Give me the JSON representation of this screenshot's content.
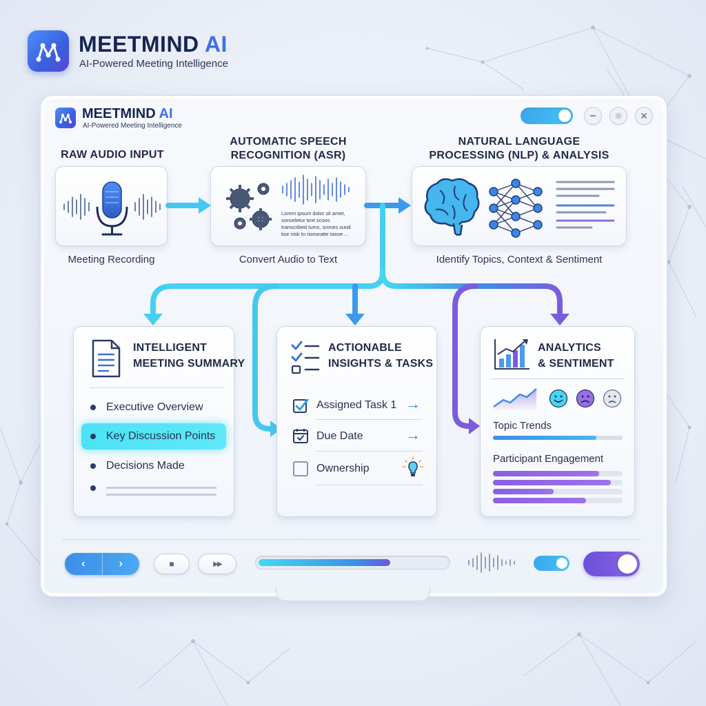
{
  "brand": {
    "name": "MEETMIND",
    "name_accent": "AI",
    "tagline": "AI-Powered Meeting Intelligence"
  },
  "window": {
    "name": "MEETMIND",
    "name_accent": "AI",
    "tagline": "AI-Powered Meeting Intelligence",
    "controls": [
      "minimize-icon",
      "maximize-icon",
      "close-icon"
    ],
    "close_glyph": "✕"
  },
  "pipeline": {
    "stage1": {
      "heading": "RAW AUDIO INPUT",
      "caption": "Meeting Recording"
    },
    "stage2": {
      "heading_line1": "AUTOMATIC SPEECH",
      "heading_line2": "RECOGNITION (ASR)",
      "caption": "Convert Audio to Text",
      "transcript": [
        "Lorem ipsum dolor sit amet,",
        "sonveletur text scoos",
        "transcribed tums, srones sund",
        "lise nisk to rionoratte taxoe ..."
      ]
    },
    "stage3": {
      "heading_line1": "NATURAL LANGUAGE",
      "heading_line2": "PROCESSING (NLP) & ANALYSIS",
      "caption": "Identify Topics, Context & Sentiment"
    }
  },
  "summary_card": {
    "title_line1": "INTELLIGENT",
    "title_line2": "MEETING SUMMARY",
    "items": [
      "Executive Overview",
      "Key Discussion Points",
      "Decisions Made"
    ],
    "highlighted_index": 1
  },
  "tasks_card": {
    "title_line1": "ACTIONABLE",
    "title_line2": "INSIGHTS & TASKS",
    "items": [
      {
        "label": "Assigned Task 1",
        "icon": "checkbox-checked-icon",
        "trail": "arrow-right-icon"
      },
      {
        "label": "Due Date",
        "icon": "calendar-icon",
        "trail": "arrow-right-icon"
      },
      {
        "label": "Ownership",
        "icon": "checkbox-empty-icon",
        "trail": "lightbulb-icon"
      }
    ],
    "arrow_glyph": "→"
  },
  "analytics_card": {
    "title_line1": "ANALYTICS",
    "title_line2": "& SENTIMENT",
    "topic_label": "Topic Trends",
    "topic_progress": 0.8,
    "engagement_label": "Participant Engagement",
    "engagement_bars": [
      0.82,
      0.91,
      0.47,
      0.72
    ],
    "sentiments": [
      "happy-face-icon",
      "sad-face-icon",
      "neutral-face-icon"
    ]
  },
  "controls": {
    "prev_glyph": "‹",
    "next_glyph": "›",
    "stop_glyph": "■",
    "fast_forward_glyph": "▶▶",
    "playback_progress": 0.7
  },
  "colors": {
    "cyan": "#45d8f2",
    "blue": "#3d8fe6",
    "purple": "#7b5cdc",
    "navy": "#152452"
  }
}
